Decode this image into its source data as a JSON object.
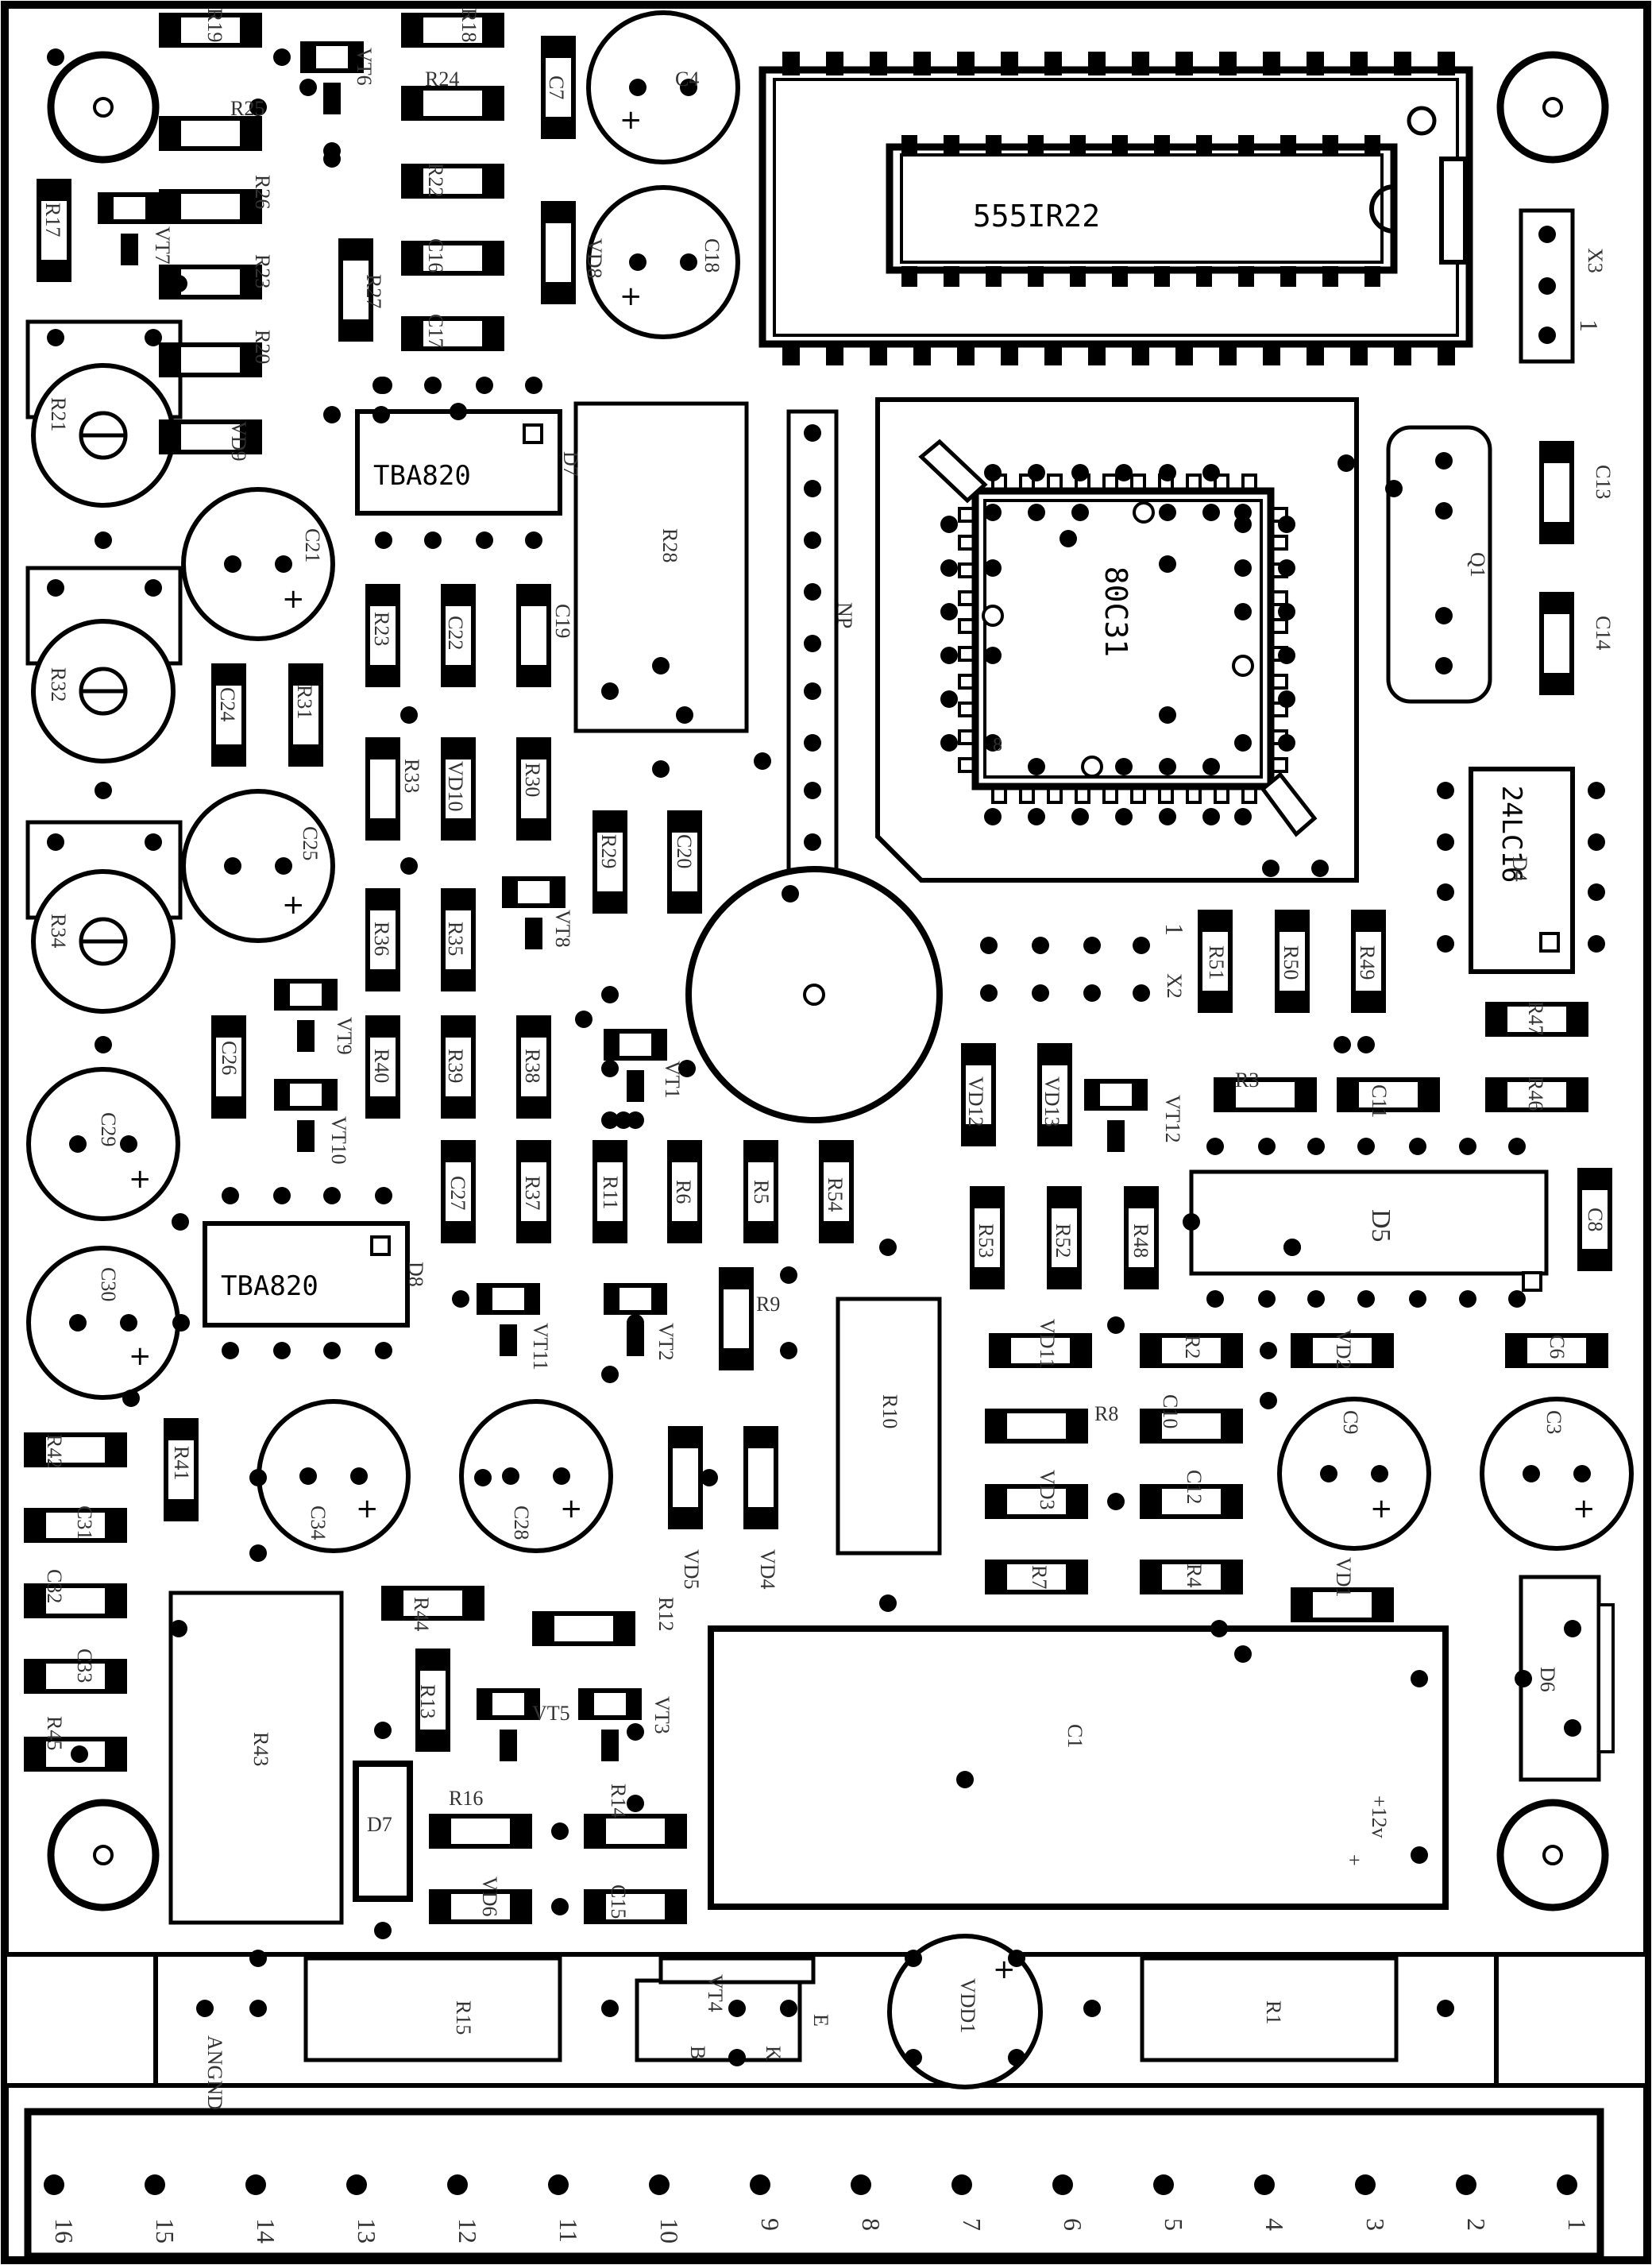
{
  "colors": {
    "ink": "#000000",
    "paper": "#ffffff"
  },
  "chips": {
    "u1": "555IR22",
    "u2": "80C31",
    "u3": "TBA820",
    "u4": "TBA820",
    "u5": "24LC16"
  },
  "designators": {
    "R19": "R19",
    "R18": "R18",
    "VT6": "VT6",
    "R24": "R24",
    "C7": "C7",
    "C4": "C4",
    "R25": "R25",
    "R22": "R22",
    "R26": "R26",
    "C16": "C16",
    "R17": "R17",
    "VT7": "VT7",
    "R23": "R23",
    "C17": "C17",
    "R27": "R27",
    "VD8": "VD8",
    "C18": "C18",
    "R20": "R20",
    "X3": "X3",
    "X3_pin": "1",
    "R21": "R21",
    "VD9": "VD9",
    "D7top": "D7",
    "R28": "R28",
    "NP": "NP",
    "C13": "C13",
    "Q1": "Q1",
    "C14": "C14",
    "C21": "C21",
    "R23b": "R23",
    "C22": "C22",
    "C19": "C19",
    "R32": "R32",
    "C24": "C24",
    "R31": "R31",
    "R33": "R33",
    "VD10": "VD10",
    "R30": "R30",
    "C25": "C25",
    "R29": "R29",
    "C20": "C20",
    "D4": "D4",
    "VT8": "VT8",
    "R34": "R34",
    "R36": "R36",
    "R35": "R35",
    "R51": "R51",
    "R50": "R50",
    "R49": "R49",
    "X2": "X2",
    "X2_pin": "1",
    "R47": "R47",
    "VT9": "VT9",
    "C26": "C26",
    "R40": "R40",
    "R39": "R39",
    "R38": "R38",
    "VT1": "VT1",
    "VD12": "VD12",
    "VD13": "VD13",
    "VT12": "VT12",
    "R3": "R3",
    "C11": "C11",
    "R46": "R46",
    "C29": "C29",
    "VT10": "VT10",
    "C27": "C27",
    "R37": "R37",
    "R11": "R11",
    "R6": "R6",
    "R5": "R5",
    "R54": "R54",
    "R53": "R53",
    "R52": "R52",
    "R48": "R48",
    "D5": "D5",
    "C8": "C8",
    "C30": "C30",
    "D8": "D8",
    "VT11": "VT11",
    "VT2": "VT2",
    "R9": "R9",
    "R10": "R10",
    "VD11": "VD11",
    "R2": "R2",
    "VD2": "VD2",
    "C6": "C6",
    "R8": "R8",
    "C10": "C10",
    "C9": "C9",
    "C3": "C3",
    "R42": "R42",
    "R41": "R41",
    "C34": "C34",
    "C28": "C28",
    "VD5": "VD5",
    "VD4": "VD4",
    "C31": "C31",
    "VD3": "VD3",
    "C12": "C12",
    "R7": "R7",
    "R4": "R4",
    "VD1": "VD1",
    "C32": "C32",
    "R43": "R43",
    "R44": "R44",
    "R12": "R12",
    "C1": "C1",
    "D6": "D6",
    "C33": "C33",
    "R13": "R13",
    "VT5": "VT5",
    "VT3": "VT3",
    "R45": "R45",
    "D7": "D7",
    "R16": "R16",
    "R14": "R14",
    "plus12v": "+12v",
    "plus": "+",
    "VD6": "VD6",
    "C15": "C15",
    "R15": "R15",
    "VT4": "VT4",
    "E": "E",
    "B": "B",
    "K": "K",
    "VDD1": "VDD1",
    "R1": "R1",
    "ANGND": "ANGND",
    "pin8": "8"
  },
  "connector_pins": [
    "16",
    "15",
    "14",
    "13",
    "12",
    "11",
    "10",
    "9",
    "8",
    "7",
    "6",
    "5",
    "4",
    "3",
    "2",
    "1"
  ]
}
